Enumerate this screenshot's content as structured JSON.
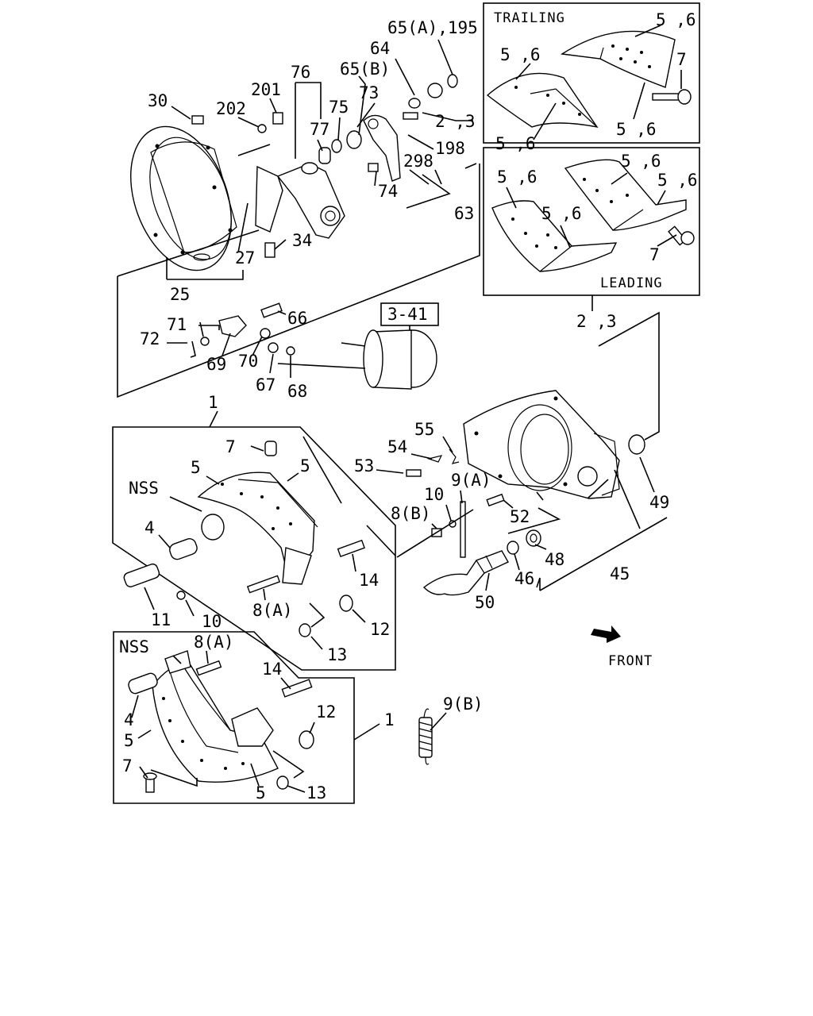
{
  "boxes": {
    "trailing": "TRAILING",
    "leading": "LEADING",
    "ref": "3-41"
  },
  "direction": "FRONT",
  "labels": {
    "p30": "30",
    "p201": "201",
    "p202": "202",
    "p76": "76",
    "p77": "77",
    "p75": "75",
    "p65b": "65(B)",
    "p73": "73",
    "p64": "64",
    "p65a": "65(A),195",
    "p23a": "2 ,3",
    "p198": "198",
    "p298": "298",
    "p74": "74",
    "p63": "63",
    "p34": "34",
    "p27": "27",
    "p25": "25",
    "p66": "66",
    "p71": "71",
    "p72": "72",
    "p69": "69",
    "p70": "70",
    "p67": "67",
    "p68": "68",
    "t56a": "5 ,6",
    "t56b": "5 ,6",
    "t7": "7",
    "t56c": "5 ,6",
    "t56d": "5 ,6",
    "l56a": "5 ,6",
    "l56b": "5 ,6",
    "l56c": "5 ,6",
    "l56d": "5 ,6",
    "l7": "7",
    "p23b": "2 ,3",
    "p1a": "1",
    "p7a": "7",
    "p5a": "5",
    "p5b": "5",
    "nss1": "NSS",
    "p4a": "4",
    "p11": "11",
    "p10a": "10",
    "p8a1": "8(A)",
    "p14a": "14",
    "p12a": "12",
    "p13a": "13",
    "p55": "55",
    "p54": "54",
    "p53": "53",
    "p10b": "10",
    "p9a": "9(A)",
    "p8b": "8(B)",
    "p52": "52",
    "p49": "49",
    "p48": "48",
    "p46": "46",
    "p45": "45",
    "p50": "50",
    "nss2": "NSS",
    "p8a2": "8(A)",
    "p14b": "14",
    "p4b": "4",
    "p12b": "12",
    "p5c": "5",
    "p1b": "1",
    "p7b": "7",
    "p5d": "5",
    "p13b": "13",
    "p9b": "9(B)"
  }
}
